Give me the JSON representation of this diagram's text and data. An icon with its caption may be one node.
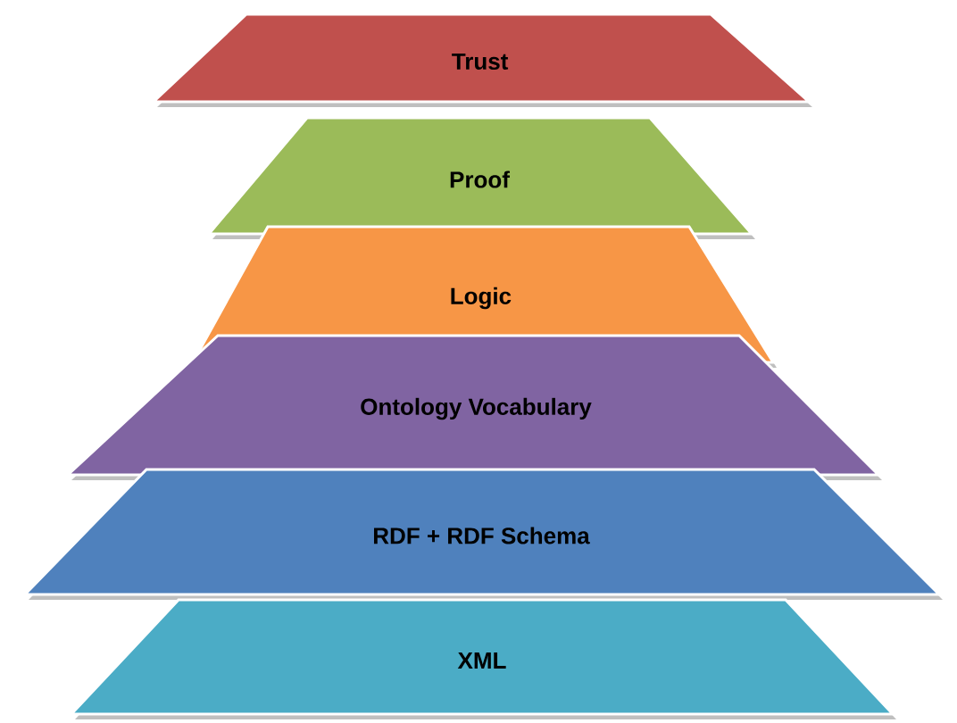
{
  "diagram": {
    "nodes": [
      {
        "text": [
          "Trust"
        ]
      },
      {
        "text": [
          "Proof"
        ]
      },
      {
        "text": [
          "Logic"
        ]
      },
      {
        "text": [
          "Ontology Vocabulary"
        ]
      },
      {
        "text": [
          "RDF + RDF Schema"
        ]
      },
      {
        "text": [
          "XML"
        ]
      }
    ]
  }
}
